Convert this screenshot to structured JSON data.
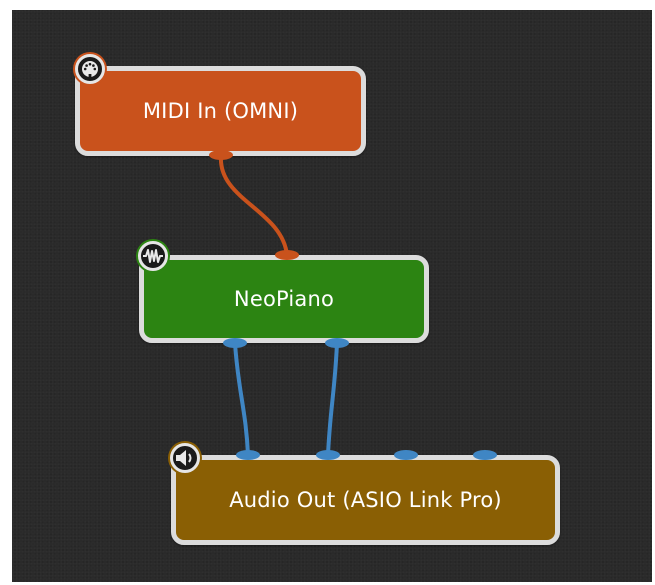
{
  "graph": {
    "nodes": [
      {
        "id": "midi-in",
        "label": "MIDI In (OMNI)",
        "color": "#c9521c",
        "icon": "midi-connector-icon"
      },
      {
        "id": "neopiano",
        "label": "NeoPiano",
        "color": "#2c8412",
        "icon": "waveform-icon"
      },
      {
        "id": "audio-out",
        "label": "Audio Out (ASIO Link Pro)",
        "color": "#8a5f04",
        "icon": "speaker-icon"
      }
    ],
    "connections": [
      {
        "from": "midi-in",
        "to": "neopiano",
        "type": "midi",
        "color": "#c9521c"
      },
      {
        "from": "neopiano",
        "to": "audio-out",
        "type": "audio",
        "color": "#3f86c4"
      },
      {
        "from": "neopiano",
        "to": "audio-out",
        "type": "audio",
        "color": "#3f86c4"
      }
    ],
    "colors": {
      "canvas_background": "#2a2a2a",
      "node_border": "#dcdcdc",
      "midi_wire": "#c9521c",
      "audio_wire": "#3f86c4"
    }
  }
}
